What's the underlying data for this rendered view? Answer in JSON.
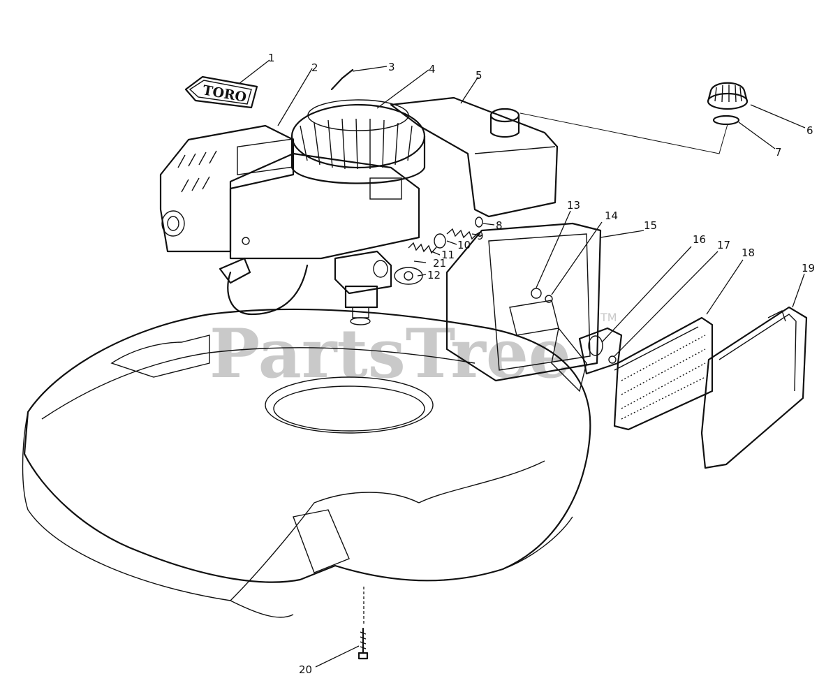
{
  "diagram": {
    "brand_logo_text": "TORO",
    "watermark": "PartsTree",
    "watermark_tm": "TM",
    "callouts": [
      "1",
      "2",
      "3",
      "4",
      "5",
      "6",
      "7",
      "8",
      "9",
      "10",
      "11",
      "12",
      "13",
      "14",
      "15",
      "16",
      "17",
      "18",
      "19",
      "20",
      "21"
    ]
  }
}
